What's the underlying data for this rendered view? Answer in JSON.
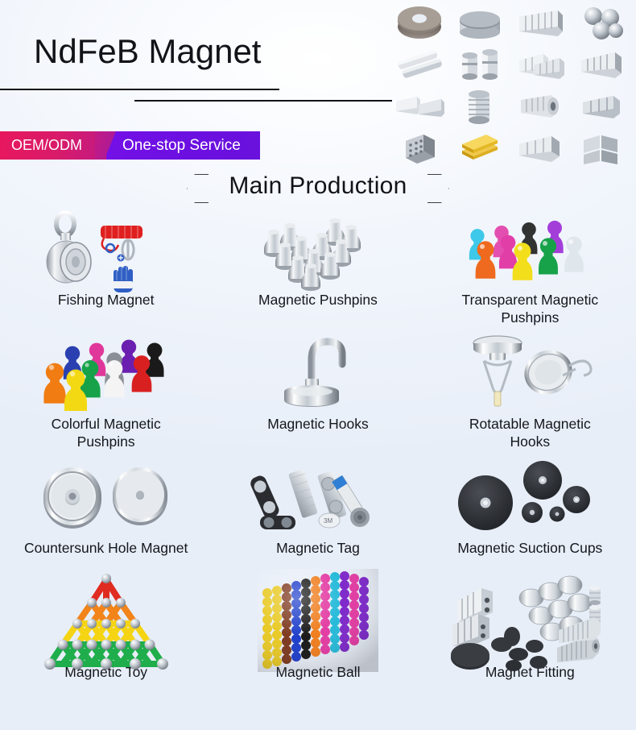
{
  "header": {
    "title": "NdFeB Magnet",
    "badge_oem": "OEM/ODM",
    "badge_service": "One-stop Service",
    "colors": {
      "oem_start": "#e8175d",
      "oem_end": "#c21a84",
      "service": "#6a11dd",
      "title": "#111318",
      "background": "#eef2f9"
    },
    "collage_items": [
      "ring-magnet-stack",
      "disc-magnet-large",
      "block-magnet-row",
      "sphere-magnet-cluster",
      "bar-magnet-pair",
      "cylinder-magnet-pair",
      "block-magnet-group",
      "block-magnet-fan",
      "block-magnet-long",
      "cylinder-ribbed",
      "block-magnet-stack",
      "ring-magnet-stack-2",
      "ring-magnet-hole",
      "block-magnet-wedge",
      "ball-cube",
      "gold-block-stack",
      "block-magnet-bundle",
      "cube-quad"
    ]
  },
  "section": {
    "title": "Main Production"
  },
  "products": [
    {
      "label": "Fishing Magnet",
      "icon": "fishing-magnet"
    },
    {
      "label": "Magnetic Pushpins",
      "icon": "magnetic-pushpins"
    },
    {
      "label": "Transparent Magnetic Pushpins",
      "icon": "transparent-pushpins"
    },
    {
      "label": "Colorful Magnetic Pushpins",
      "icon": "colorful-pushpins"
    },
    {
      "label": "Magnetic Hooks",
      "icon": "magnetic-hook"
    },
    {
      "label": "Rotatable Magnetic Hooks",
      "icon": "rotatable-hooks"
    },
    {
      "label": "Countersunk Hole Magnet",
      "icon": "countersunk-magnet"
    },
    {
      "label": "Magnetic Tag",
      "icon": "magnetic-tag"
    },
    {
      "label": "Magnetic Suction Cups",
      "icon": "suction-cups"
    },
    {
      "label": "Magnetic Toy",
      "icon": "magnetic-toy"
    },
    {
      "label": "Magnetic Ball",
      "icon": "magnetic-ball"
    },
    {
      "label": "Magnet Fitting",
      "icon": "magnet-fitting"
    }
  ],
  "palette": {
    "steel_light": "#f2f4f6",
    "steel_mid": "#c3c8cf",
    "steel_dark": "#8d949d",
    "rope_red": "#e02020",
    "glove_blue": "#2f5fc4",
    "pushpin_colors": [
      "#f07c12",
      "#f2d913",
      "#2a3fb0",
      "#17a24a",
      "#e0379a",
      "#8a8f96",
      "#f4f4f4",
      "#6a1fb0",
      "#d92020",
      "#1a1a1a"
    ],
    "transparent_colors": [
      "#2bc4e8",
      "#e23ea8",
      "#1d1d1d",
      "#9b2bd6",
      "#ef6a1e",
      "#f2de1b",
      "#17a24a",
      "#dfe6ec"
    ],
    "toy_tiers": [
      "#e02b20",
      "#f2841a",
      "#f5d414",
      "#1fae4b"
    ],
    "ball_columns": [
      "#e8c820",
      "#7a3318",
      "#1838c8",
      "#121212",
      "#ef7a18",
      "#e236a0",
      "#1fb8d8",
      "#7a22c8"
    ],
    "gold": "#e0b020",
    "rubber_black": "#2a2c30"
  }
}
